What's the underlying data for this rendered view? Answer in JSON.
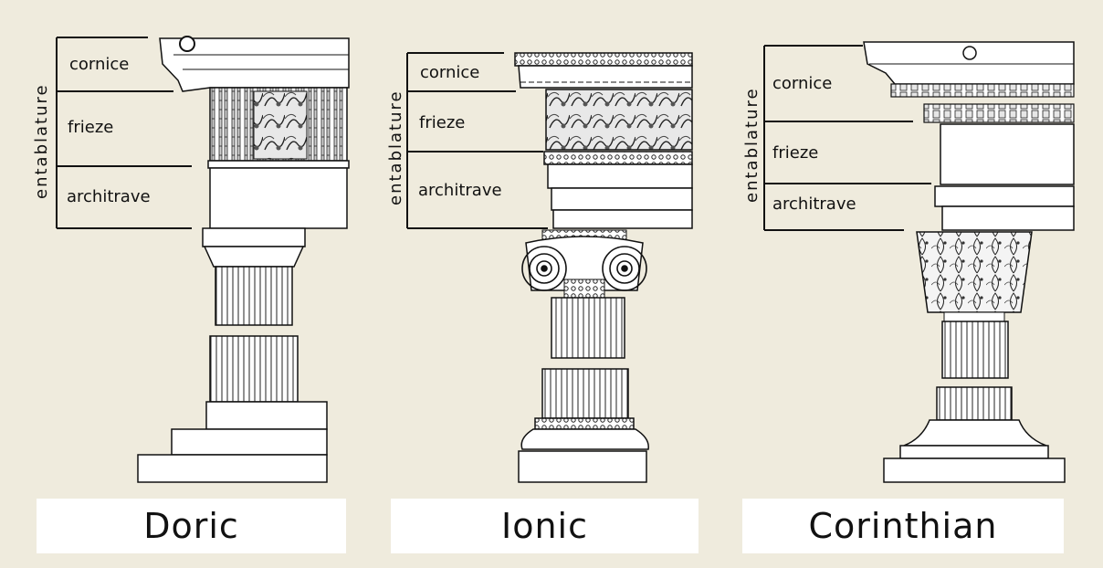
{
  "labels": {
    "entablature": "entablature",
    "cornice": "cornice",
    "frieze": "frieze",
    "architrave": "architrave"
  },
  "orders": [
    "Doric",
    "Ionic",
    "Corinthian"
  ],
  "colors": {
    "background": "#efebdd",
    "ink": "#111111",
    "paper": "#ffffff"
  }
}
